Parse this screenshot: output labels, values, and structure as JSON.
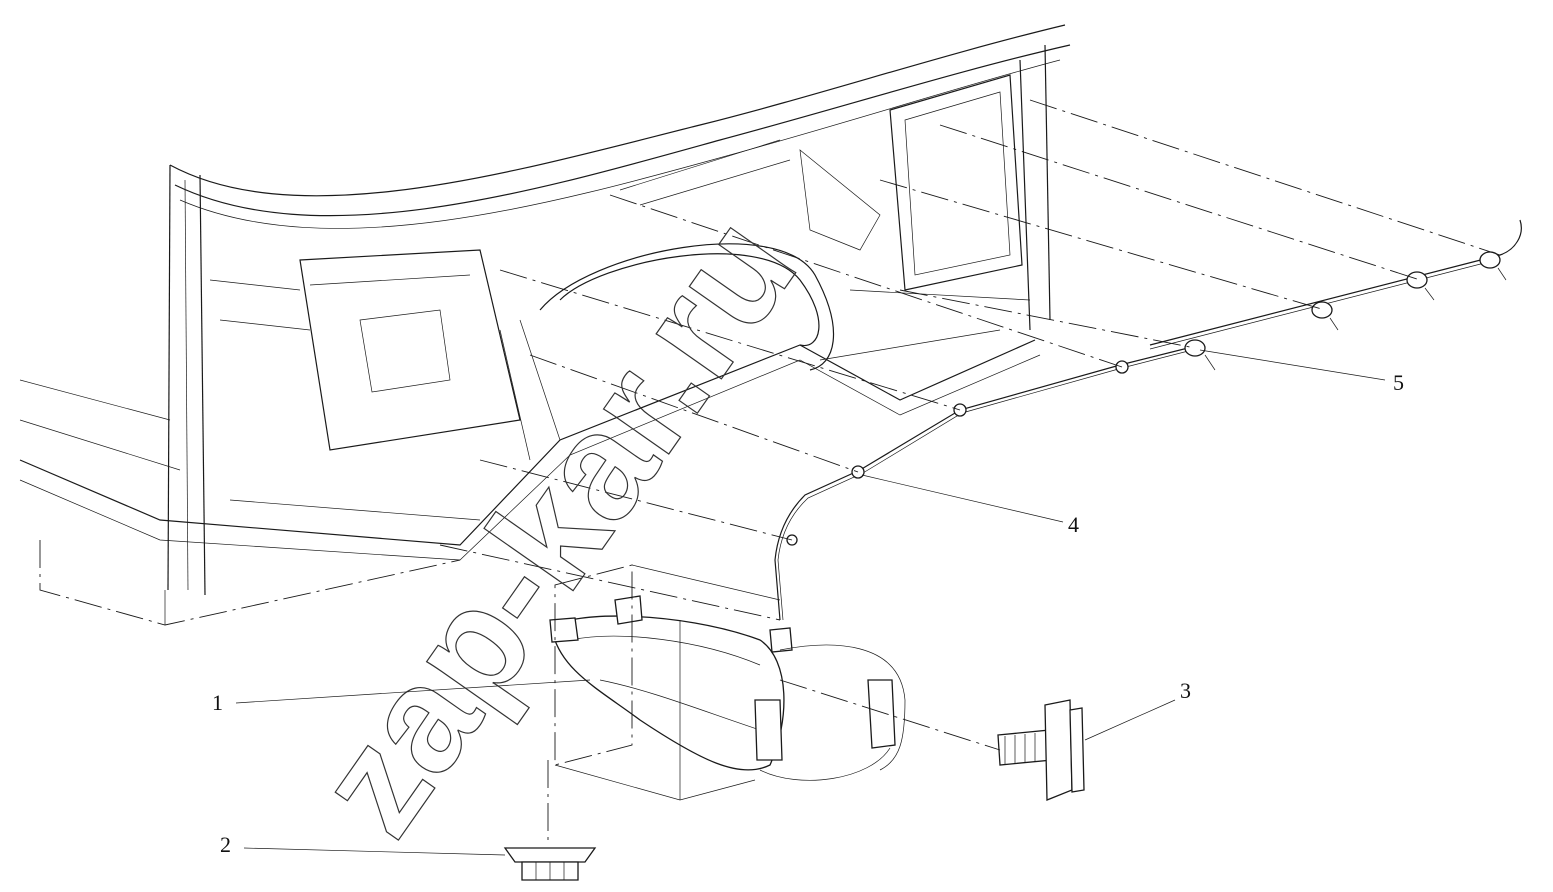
{
  "watermark": "zap-kar.ru",
  "callouts": [
    {
      "id": "1",
      "label": "1"
    },
    {
      "id": "2",
      "label": "2"
    },
    {
      "id": "3",
      "label": "3"
    },
    {
      "id": "4",
      "label": "4"
    },
    {
      "id": "5",
      "label": "5"
    }
  ]
}
